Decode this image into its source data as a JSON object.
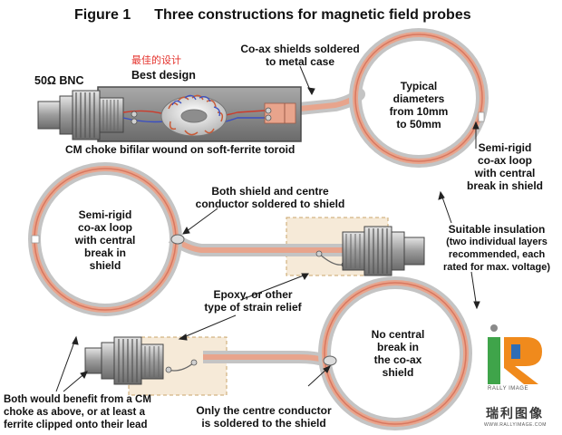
{
  "figure": {
    "number_label": "Figure 1",
    "title": "Three constructions for magnetic field probes"
  },
  "labels": {
    "best_design_cn": "最佳的设计",
    "best_design": "Best design",
    "bnc": "50Ω BNC",
    "coax_shields_line1": "Co-ax shields soldered",
    "coax_shields_line2": "to metal case",
    "typical_line1": "Typical",
    "typical_line2": "diameters",
    "typical_line3": "from 10mm",
    "typical_line4": "to 50mm",
    "cm_choke": "CM choke bifilar wound on soft-ferrite toroid",
    "semi_rigid_right_line1": "Semi-rigid",
    "semi_rigid_right_line2": "co-ax loop",
    "semi_rigid_right_line3": "with central",
    "semi_rigid_right_line4": "break in shield",
    "both_shield_line1": "Both shield and centre",
    "both_shield_line2": "conductor soldered to shield",
    "semi_rigid_left_line1": "Semi-rigid",
    "semi_rigid_left_line2": "co-ax loop",
    "semi_rigid_left_line3": "with central",
    "semi_rigid_left_line4": "break in",
    "semi_rigid_left_line5": "shield",
    "insulation_line1": "Suitable insulation",
    "insulation_line2": "(two individual layers",
    "insulation_line3": "recommended, each",
    "insulation_line4": "rated for max. voltage)",
    "epoxy_line1": "Epoxy, or other",
    "epoxy_line2": "type of strain relief",
    "no_break_line1": "No central",
    "no_break_line2": "break in",
    "no_break_line3": "the co-ax",
    "no_break_line4": "shield",
    "both_benefit_line1": "Both would benefit from a CM",
    "both_benefit_line2": "choke as above, or at least a",
    "both_benefit_line3": "ferrite clipped onto their lead",
    "only_centre_line1": "Only the centre conductor",
    "only_centre_line2": "is soldered to the shield"
  },
  "logo": {
    "brand": "RALLY IMAGE",
    "brand_cn": "瑞利图像",
    "url": "WWW.RALLYIMAGE.COM",
    "colors": {
      "orange": "#f08a1c",
      "blue": "#2f6db5",
      "green": "#3fa44a",
      "grey": "#8a8a8a"
    }
  },
  "colors": {
    "cable_outer": "#c8c8c8",
    "cable_inner": "#e8a48c",
    "cable_core": "#d9775f",
    "case_fill": "#8d8d8d",
    "case_dark": "#5e5e5e",
    "dashed_box_fill": "#f6ead8",
    "dashed_box_stroke": "#c9a46a",
    "wire_red": "#cc3b2b",
    "wire_blue": "#3a4fc2"
  }
}
